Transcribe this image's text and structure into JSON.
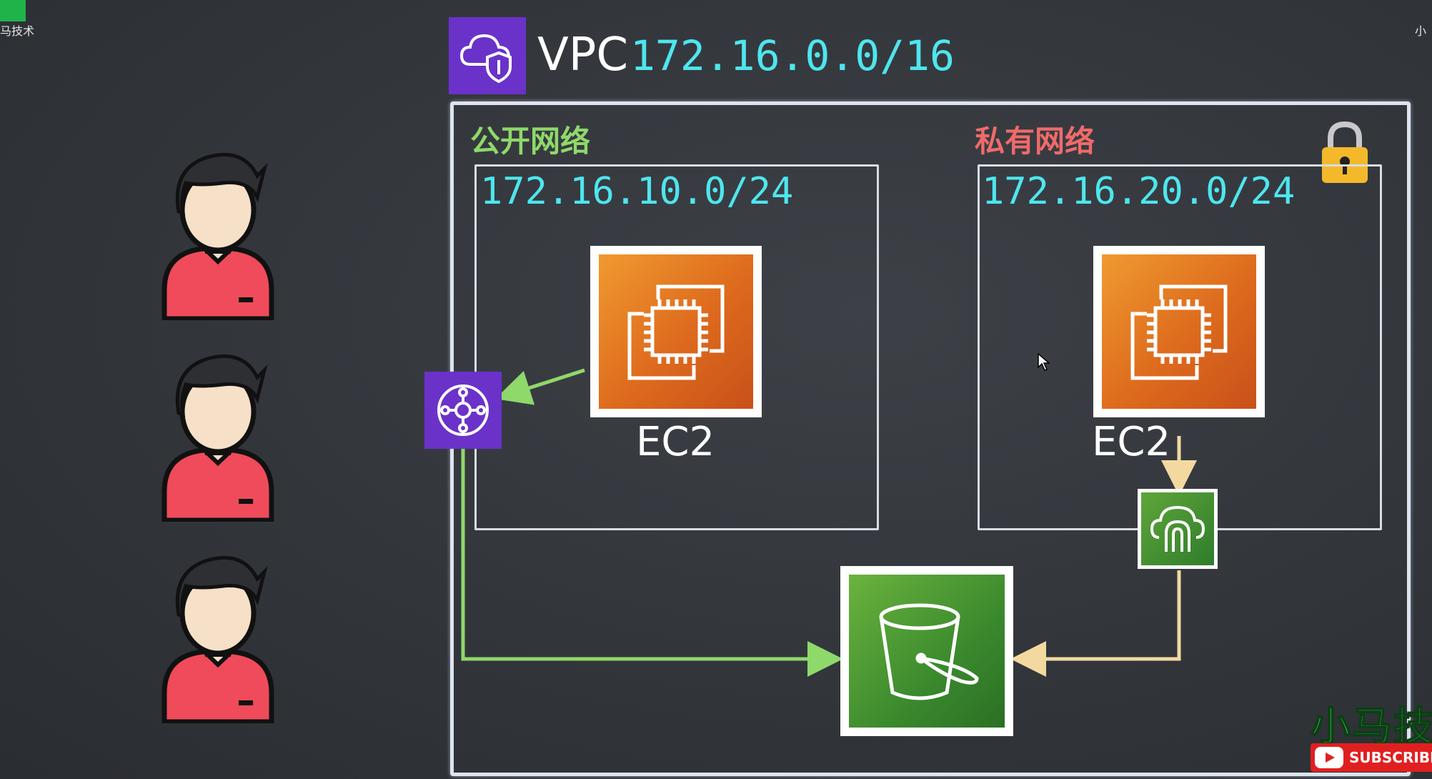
{
  "vpc": {
    "label": "VPC",
    "cidr": "172.16.0.0/16"
  },
  "public_zone": {
    "title": "公开网络",
    "subnet_cidr": "172.16.10.0/24",
    "instance_label": "EC2"
  },
  "private_zone": {
    "title": "私有网络",
    "subnet_cidr": "172.16.20.0/24",
    "instance_label": "EC2"
  },
  "icons": {
    "vpc": "vpc-cloud-shield-icon",
    "ec2": "ec2-chip-icon",
    "internet_gateway": "internet-gateway-icon",
    "vpc_endpoint": "vpc-endpoint-icon",
    "s3": "s3-bucket-icon",
    "lock": "padlock-icon",
    "user": "user-avatar-icon"
  },
  "users": [
    {
      "id": 1
    },
    {
      "id": 2
    },
    {
      "id": 3
    }
  ],
  "colors": {
    "background": "#32363b",
    "cidr": "#4ee6ee",
    "public_title": "#8fd86a",
    "private_title": "#f06a6a",
    "public_flow": "#8fd86a",
    "private_flow": "#f3d9a0",
    "aws_purple": "#6a32c9",
    "aws_orange": "#dd6a1d",
    "aws_green": "#3b8a2e"
  },
  "branding": {
    "top_left": "马技术",
    "top_right": "小",
    "watermark": "小马技",
    "subscribe": "SUBSCRIBE"
  }
}
